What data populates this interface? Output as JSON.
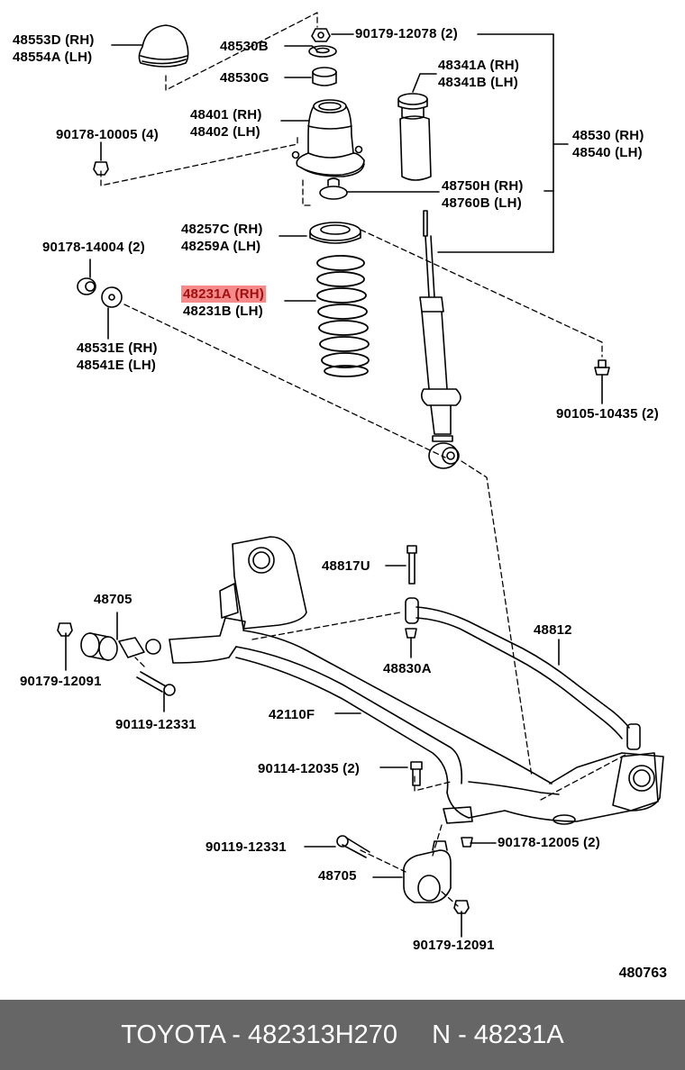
{
  "diagram": {
    "reference_number": "480763",
    "highlight_color": "#f48a8a",
    "labels": {
      "cap_rh": "48553D (RH)",
      "cap_lh": "48554A (LH)",
      "nut_top": "90179-12078 (2)",
      "washer_b": "48530B",
      "collar_g": "48530G",
      "mount_rh": "48401 (RH)",
      "mount_lh": "48402 (LH)",
      "nut_10005": "90178-10005 (4)",
      "bumper_rh": "48341A (RH)",
      "bumper_lh": "48341B (LH)",
      "assy_rh": "48530 (RH)",
      "assy_lh": "48540 (LH)",
      "retainer_rh": "48750H (RH)",
      "retainer_lh": "48760B (LH)",
      "seat_rh": "48257C (RH)",
      "seat_lh": "48259A (LH)",
      "nut_14004": "90178-14004 (2)",
      "spring_rh": "48231A (RH)",
      "spring_lh": "48231B (LH)",
      "washer_rh": "48531E (RH)",
      "washer_lh": "48541E (LH)",
      "bolt_10435": "90105-10435 (2)",
      "bolt_48817": "48817U",
      "bushing_left": "48705",
      "bar_48812": "48812",
      "nut_left": "90179-12091",
      "cushion_48830": "48830A",
      "bolt_left": "90119-12331",
      "beam": "42110F",
      "bolt_12035": "90114-12035 (2)",
      "bolt_right": "90119-12331",
      "nut_12005": "90178-12005 (2)",
      "bushing_right": "48705",
      "nut_right": "90179-12091"
    }
  },
  "footer": {
    "brand_part": "TOYOTA - 482313H270",
    "catalog_ref": "N - 48231A"
  }
}
